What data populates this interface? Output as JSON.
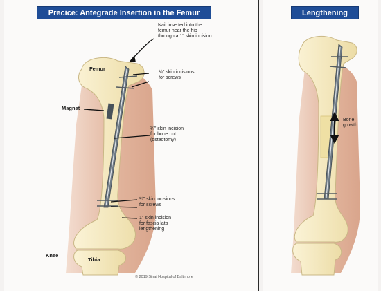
{
  "titles": {
    "left": "Precice: Antegrade Insertion in the Femur",
    "right": "Lengthening"
  },
  "labels": {
    "nail": [
      "Nail inserted into the",
      "femur near the hip",
      "through a 1\" skin incision"
    ],
    "femur": "Femur",
    "screws_top": [
      "¼\" skin incisions",
      "for screws"
    ],
    "magnet": "Magnet",
    "bone_cut": [
      "¼\" skin incision",
      "for bone cut",
      "(osteotomy)"
    ],
    "screws_bottom": [
      "¼\" skin incisions",
      "for screws"
    ],
    "fascia": [
      "1\" skin incision",
      "for fascia lata",
      "lengthening"
    ],
    "knee": "Knee",
    "tibia": "Tibia",
    "bone_growth": [
      "Bone",
      "growth"
    ]
  },
  "copyright": "© 2019 Sinai Hospital of Baltimore",
  "colors": {
    "header": "#1f4d97",
    "skin": "#e3b9a3",
    "bone": "#f3e6b9",
    "nail": "#6e7a84"
  }
}
